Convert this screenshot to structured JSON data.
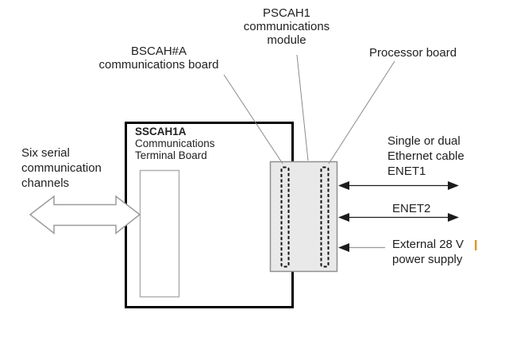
{
  "labels": {
    "pscah1": {
      "line1": "PSCAH1",
      "line2": "communications",
      "line3": "module"
    },
    "bscah": {
      "line1": "BSCAH#A",
      "line2": "communications board"
    },
    "processor": {
      "text": "Processor board"
    },
    "six_serial": {
      "line1": "Six serial",
      "line2": "communication",
      "line3": "channels"
    },
    "board": {
      "title": "SSCAH1A",
      "line2": "Communications",
      "line3": "Terminal Board"
    },
    "ethernet": {
      "line1": "Single or dual",
      "line2": "Ethernet cable",
      "line3": "ENET1"
    },
    "enet2": {
      "text": "ENET2"
    },
    "power": {
      "line1": "External 28 V",
      "line2": "power supply"
    }
  },
  "colors": {
    "text": "#212121",
    "board_border": "#000000",
    "module_fill": "#e9e9e9",
    "module_border": "#8f8f8f",
    "connector_dash": "#111111",
    "inner_rect_border": "#b0b0b0",
    "big_arrow_outline": "#9b9b9b",
    "leader_line": "#8a8a8a",
    "enet_arrow": "#1c1c1c",
    "power_line": "#999999",
    "accent_mark": "#e2952e"
  }
}
